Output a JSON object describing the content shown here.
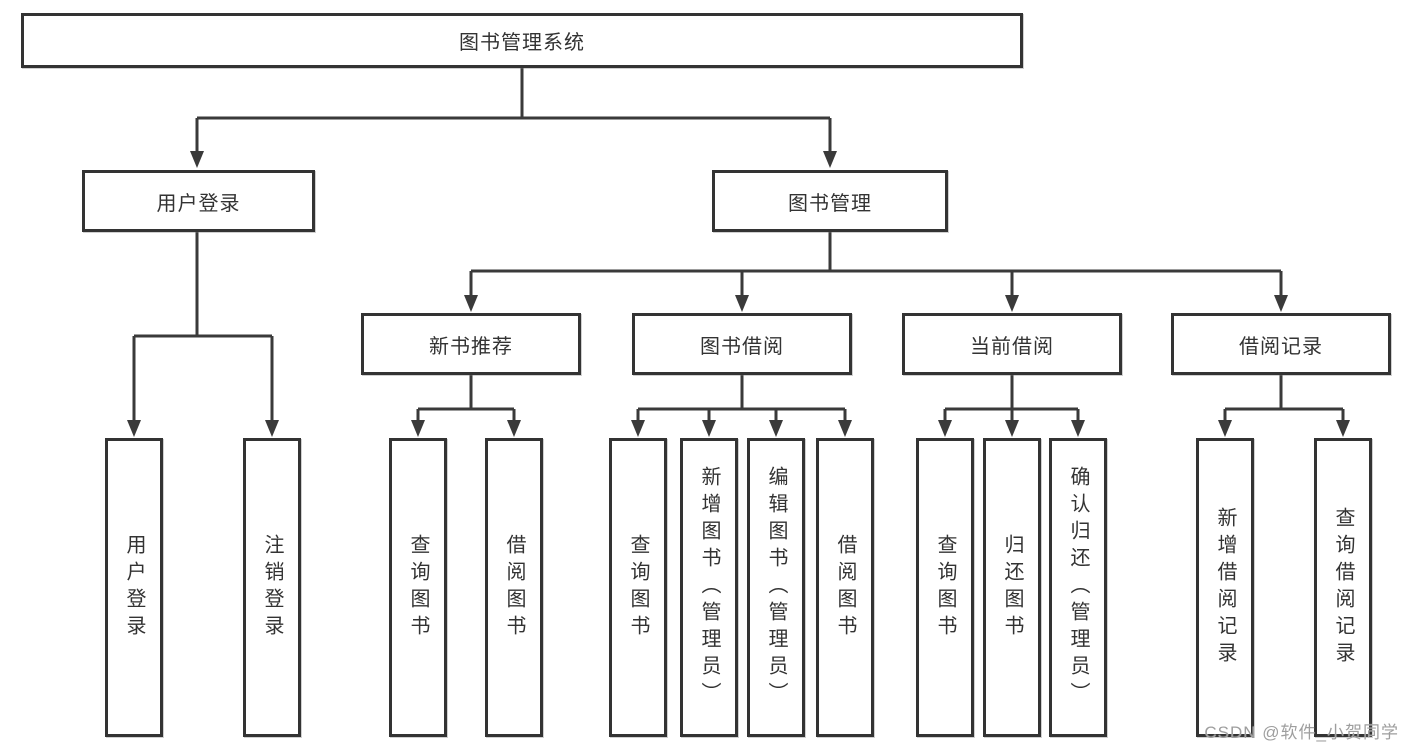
{
  "diagram": {
    "title": "图书管理系统",
    "branches": {
      "user_login": {
        "label": "用户登录",
        "children": [
          "用户登录",
          "注销登录"
        ]
      },
      "book_management": {
        "label": "图书管理",
        "sections": [
          {
            "label": "新书推荐",
            "children": [
              "查询图书",
              "借阅图书"
            ]
          },
          {
            "label": "图书借阅",
            "children": [
              "查询图书",
              "新增图书（管理员）",
              "编辑图书（管理员）",
              "借阅图书"
            ]
          },
          {
            "label": "当前借阅",
            "children": [
              "查询图书",
              "归还图书",
              "确认归还（管理员）"
            ]
          },
          {
            "label": "借阅记录",
            "children": [
              "新增借阅记录",
              "查询借阅记录"
            ]
          }
        ]
      }
    },
    "watermark": "CSDN @软件_小贺同学",
    "colors": {
      "line": "#3a3a3a",
      "border": "#333333",
      "text": "#333333",
      "box_bg": "#ffffff",
      "watermark": "#9e9e9e"
    }
  }
}
